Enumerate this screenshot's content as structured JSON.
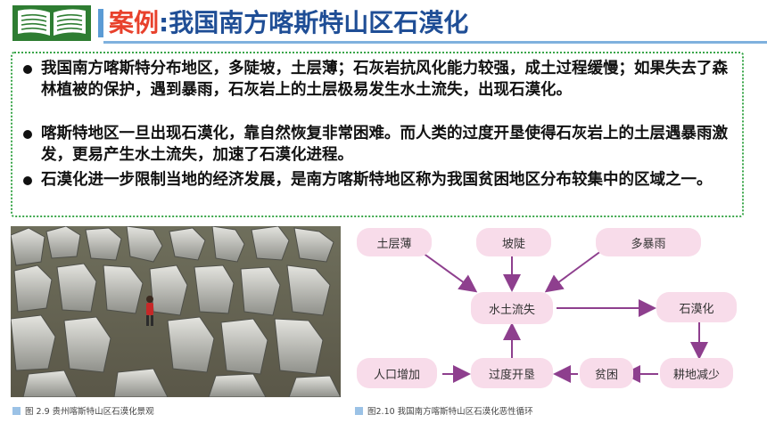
{
  "header": {
    "title_case": "案例",
    "title_rest": ":我国南方喀斯特山区石漠化"
  },
  "bullets": [
    "我国南方喀斯特分布地区，多陡坡，土层薄；石灰岩抗风化能力较强，成土过程缓慢；如果失去了森林植被的保护，遇到暴雨，石灰岩上的土层极易发生水土流失，出现石漠化。",
    "喀斯特地区一旦出现石漠化，靠自然恢复非常困难。而人类的过度开垦使得石灰岩上的土层遇暴雨激发，更易产生水土流失，加速了石漠化进程。",
    "石漠化进一步限制当地的经济发展，是南方喀斯特地区称为我国贫困地区分布较集中的区域之一。"
  ],
  "figure_left": {
    "caption": "图 2.9    贵州喀斯特山区石漠化景观"
  },
  "figure_right": {
    "caption": "图2.10   我国南方喀斯特山区石漠化恶性循环",
    "nodes": {
      "soil_thin": "土层薄",
      "steep": "坡陡",
      "rain": "多暴雨",
      "erosion": "水土流失",
      "desert": "石漠化",
      "farmland": "耕地减少",
      "poverty": "贫困",
      "overcult": "过度开垦",
      "population": "人口增加"
    }
  },
  "colors": {
    "accent_red": "#e8412c",
    "title_blue": "#1f4e96",
    "node_fill": "#f8dcea",
    "arrow": "#8e3f8e",
    "border_green": "#3aa64a"
  }
}
